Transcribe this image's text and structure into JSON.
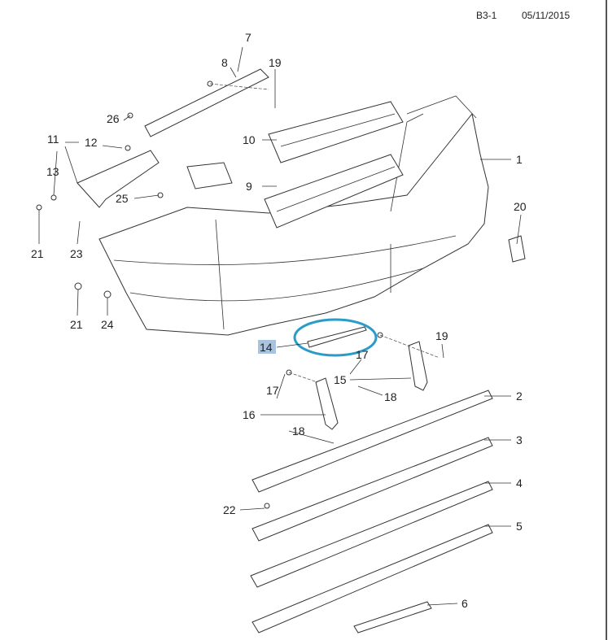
{
  "header": {
    "code": "B3-1",
    "date": "05/11/2015"
  },
  "highlight": {
    "part": "14",
    "ring_color": "#2b9bc9",
    "label_bg": "#a9c3df"
  },
  "callouts": {
    "c7": "7",
    "c8": "8",
    "c19a": "19",
    "c26": "26",
    "c12": "12",
    "c11": "11",
    "c13": "13",
    "c10": "10",
    "c9": "9",
    "c1": "1",
    "c20": "20",
    "c25": "25",
    "c21a": "21",
    "c23": "23",
    "c21b": "21",
    "c24": "24",
    "c14": "14",
    "c17a": "17",
    "c19b": "19",
    "c15": "15",
    "c18a": "18",
    "c17b": "17",
    "c2": "2",
    "c16": "16",
    "c18b": "18",
    "c3": "3",
    "c4": "4",
    "c22": "22",
    "c5": "5",
    "c6": "6"
  }
}
